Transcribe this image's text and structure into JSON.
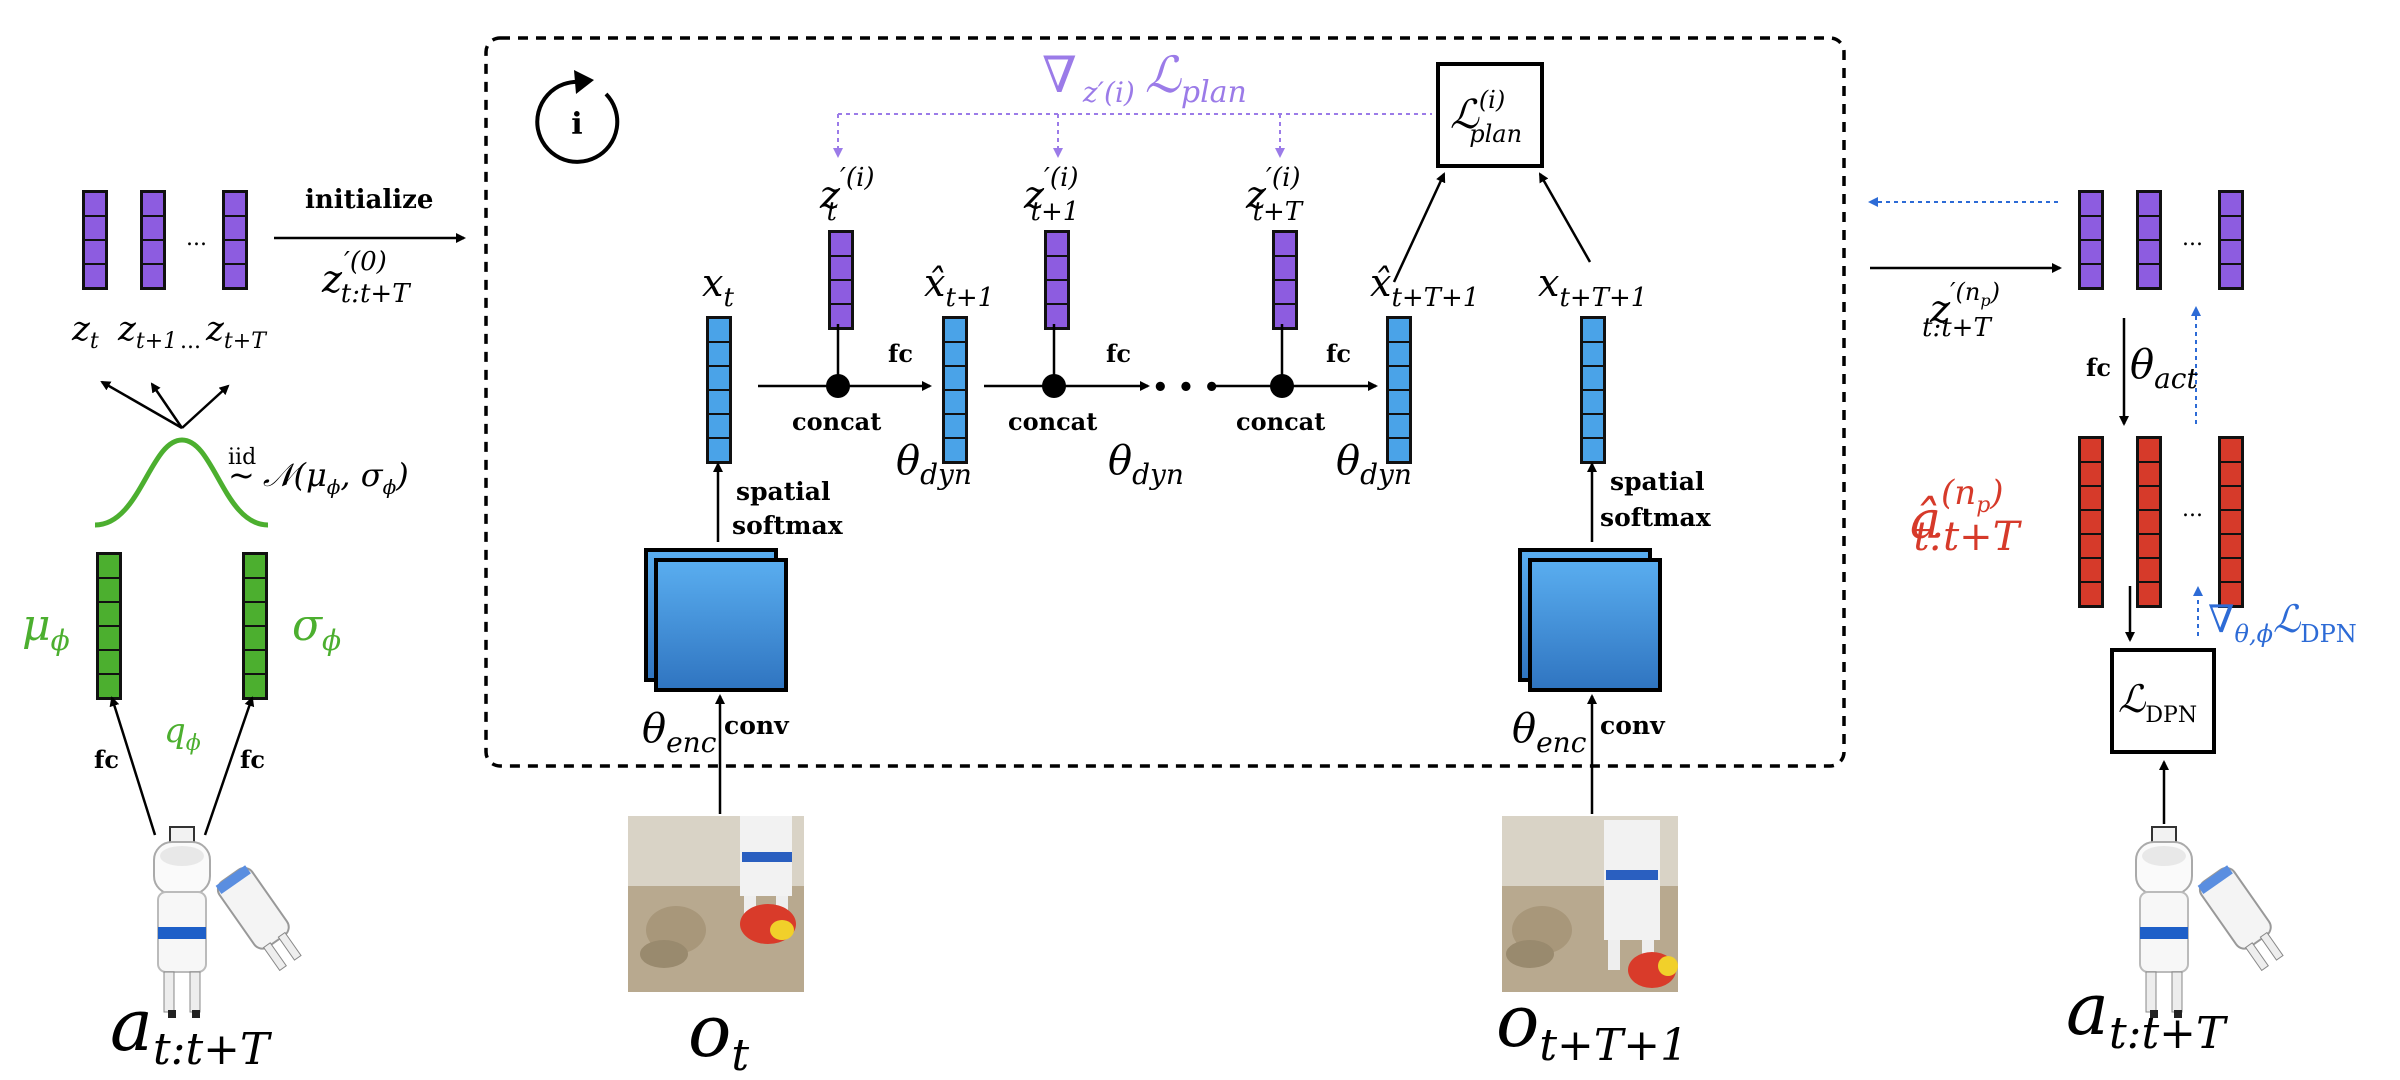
{
  "colors": {
    "latent": "#8d5ce0",
    "state": "#4aa3e8",
    "gaussian": "#4caf2f",
    "action": "#d63a2a",
    "plan_grad": "#9b7be8",
    "dpn_grad": "#2d6bd6",
    "box": "#000000"
  },
  "left": {
    "z_labels": [
      "z",
      "z",
      "z"
    ],
    "z_subs": [
      "t",
      "t+1",
      "t+T"
    ],
    "dots": "...",
    "initialize": "initialize",
    "init_var": "z",
    "init_sup": "′(0)",
    "init_sub": "t:t+T",
    "iid": "iid",
    "tilde": "~",
    "normal": "𝒩(μ",
    "normal_rest": ", σ",
    "mu": "μ",
    "sigma": "σ",
    "phi": "ϕ",
    "q": "q",
    "fc": "fc",
    "action_var": "a",
    "action_sub": "t:t+T"
  },
  "center": {
    "loop_icon": "i",
    "grad_label": "∇",
    "grad_sub": "z′(i)",
    "grad_L": "ℒ",
    "grad_Lsub": "plan",
    "loss_var": "ℒ",
    "loss_sup": "(i)",
    "loss_sub": "plan",
    "z_top": [
      "z",
      "z",
      "z"
    ],
    "z_top_sup": [
      "′(i)",
      "′(i)",
      "′(i)"
    ],
    "z_top_sub": [
      "t",
      "t+1",
      "t+T"
    ],
    "x_labels": [
      "x",
      "x̂",
      "x̂",
      "x"
    ],
    "x_subs": [
      "t",
      "t+1",
      "t+T+1",
      "t+T+1"
    ],
    "fc": "fc",
    "concat": "concat",
    "ellipsis": "• • •",
    "theta": "θ",
    "dyn": "dyn",
    "enc": "enc",
    "spatial": "spatial",
    "softmax": "softmax",
    "conv": "conv",
    "obs_var": "o",
    "obs_subs": [
      "t",
      "t+T+1"
    ]
  },
  "right": {
    "out_var": "z",
    "out_sup": "′(n",
    "out_sup_p": "p",
    "out_sub": "t:t+T",
    "dots": "...",
    "fc": "fc",
    "theta": "θ",
    "act": "act",
    "ahat": "â",
    "ahat_sup": "(n",
    "ahat_sup_p": "p",
    "ahat_sub": "t:t+T",
    "grad": "∇",
    "grad_sub": "θ,ϕ",
    "grad_L": "ℒ",
    "dpn": "DPN",
    "loss_var": "ℒ",
    "loss_sub": "DPN",
    "action_var": "a",
    "action_sub": "t:t+T"
  }
}
